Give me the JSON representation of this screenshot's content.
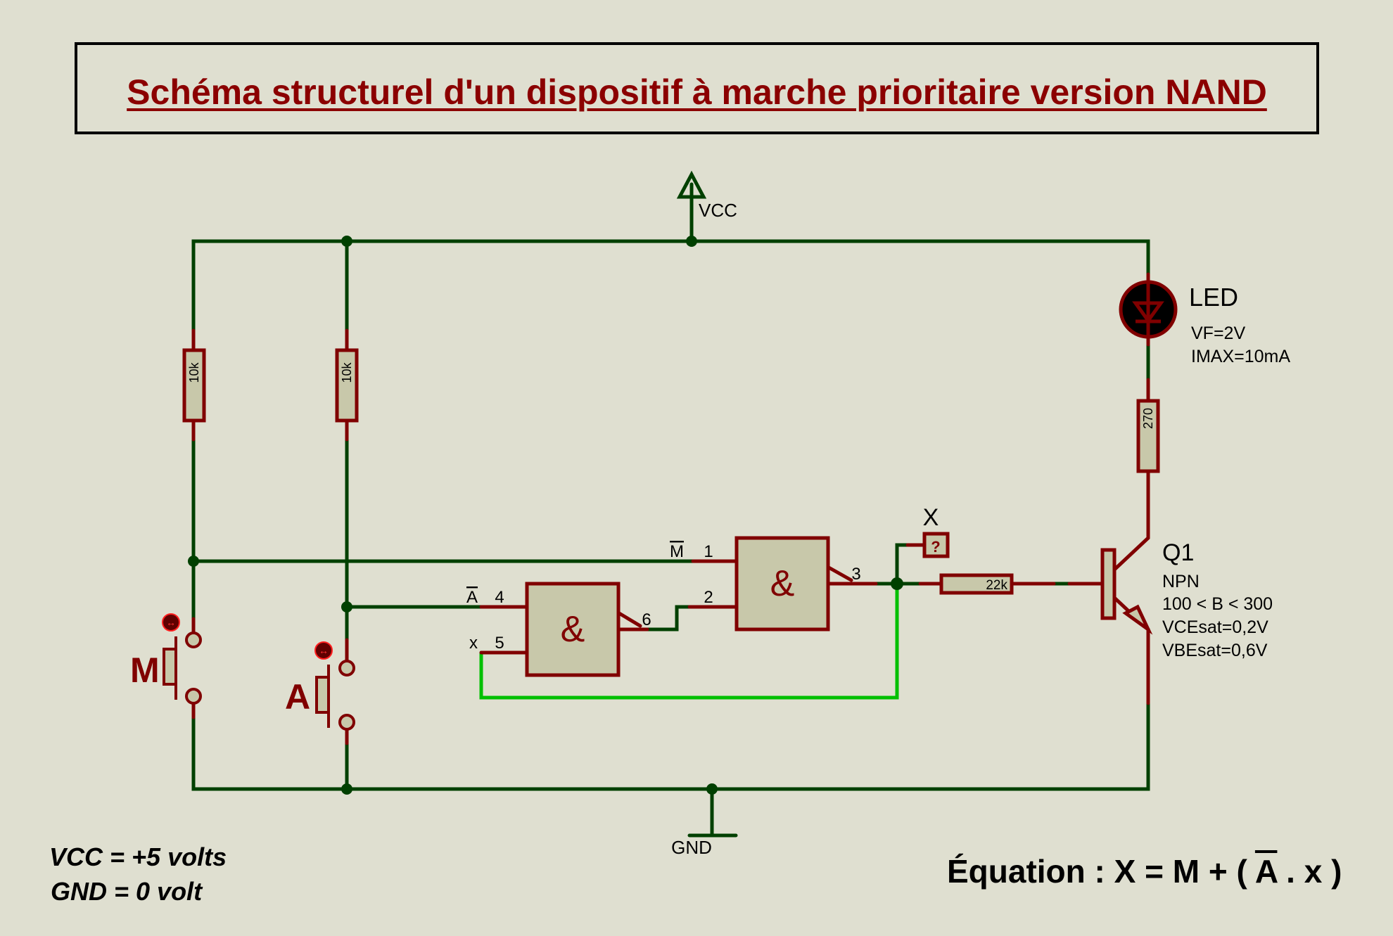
{
  "title": "Schéma structurel d'un dispositif à marche prioritaire version NAND",
  "supply": {
    "vcc_label": "VCC",
    "gnd_label": "GND"
  },
  "notes": {
    "vcc": "VCC = +5 volts",
    "gnd": "GND = 0 volt"
  },
  "equation": {
    "prefix": "Équation : X = M + ( ",
    "negated": "A",
    "suffix": " . x )"
  },
  "resistors": {
    "r1": "10k",
    "r2": "10k",
    "r_led": "270",
    "r_base": "22k"
  },
  "led": {
    "name": "LED",
    "vf": "VF=2V",
    "imax": "IMAX=10mA"
  },
  "transistor": {
    "name": "Q1",
    "type": "NPN",
    "beta": "100 < B < 300",
    "vcesat": "VCEsat=0,2V",
    "vbesat": "VBEsat=0,6V"
  },
  "switches": {
    "m": "M",
    "a": "A"
  },
  "gates": {
    "symbol": "&",
    "g1": {
      "in_a_signal": "A",
      "in_a_pin": "4",
      "in_b_signal": "x",
      "in_b_pin": "5",
      "out_pin": "6"
    },
    "g2": {
      "in_a_signal": "M",
      "in_a_pin": "1",
      "in_b_pin": "2",
      "out_pin": "3"
    }
  },
  "probe": {
    "label": "X",
    "glyph": "?"
  },
  "colors": {
    "wire": "#004000",
    "component": "#800000",
    "feedback": "#00c000",
    "fill": "#c8c8aa",
    "background": "#dfdfd0"
  }
}
